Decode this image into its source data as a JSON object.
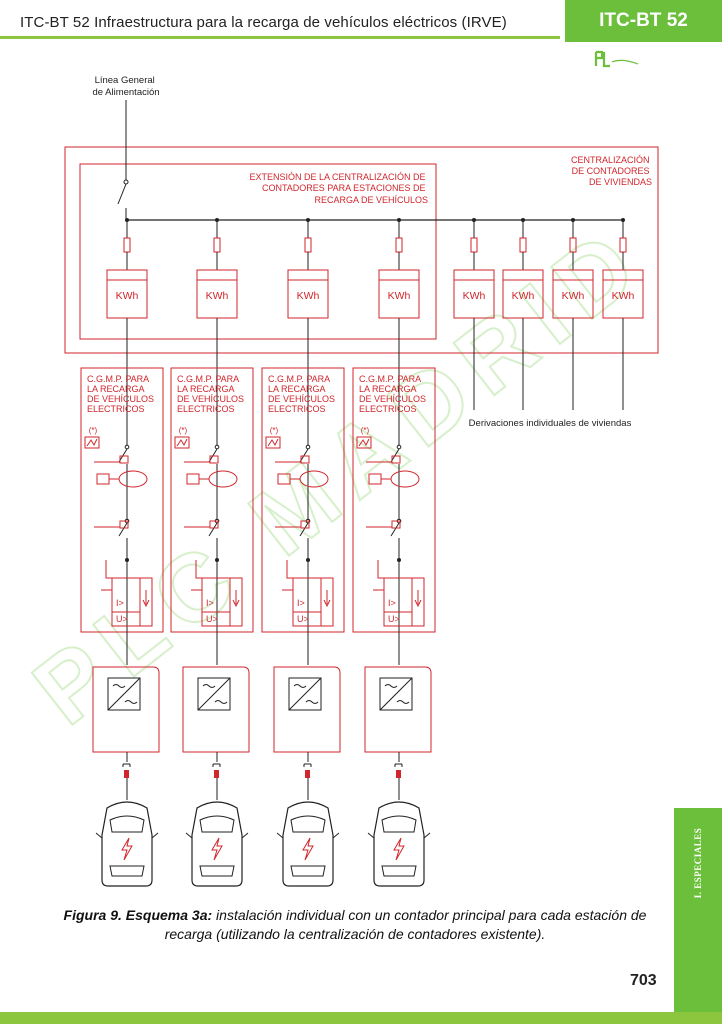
{
  "header": {
    "title": "ITC-BT 52 Infraestructura para la recarga de vehículos eléctricos (IRVE)",
    "tab": "ITC-BT 52"
  },
  "side_tab": "I. ESPECIALES",
  "diagram": {
    "feed_label": [
      "Línea General",
      "de Alimentación"
    ],
    "centralization_label": [
      "CENTRALIZACIÓN",
      "DE CONTADORES",
      "DE VIVIENDAS"
    ],
    "extension_label": [
      "EXTENSIÓN DE LA CENTRALIZACIÓN DE",
      "CONTADORES PARA ESTACIONES DE",
      "RECARGA DE VEHÍCULOS"
    ],
    "meter_label": "KWh",
    "cgmp_label": [
      "C.G.M.P. PARA",
      "LA RECARGA",
      "DE VEHÍCULOS",
      "ELECTRICOS"
    ],
    "asterisk_label": "(*)",
    "overcurrent_label": "I>",
    "undervoltage_label": "U>",
    "derivations_label": "Derivaciones individuales de viviendas",
    "watermark": "PLC MADRID"
  },
  "caption": {
    "bold": "Figura 9. Esquema 3a:",
    "text": " instalación individual con un contador principal para cada estación de recarga (utilizando la centralización de contadores existente)."
  },
  "page_number": "703",
  "colors": {
    "accent_green": "#6bbf3a",
    "line_green": "#8cc63f",
    "diagram_red": "#d0262c",
    "wire_black": "#222222"
  }
}
